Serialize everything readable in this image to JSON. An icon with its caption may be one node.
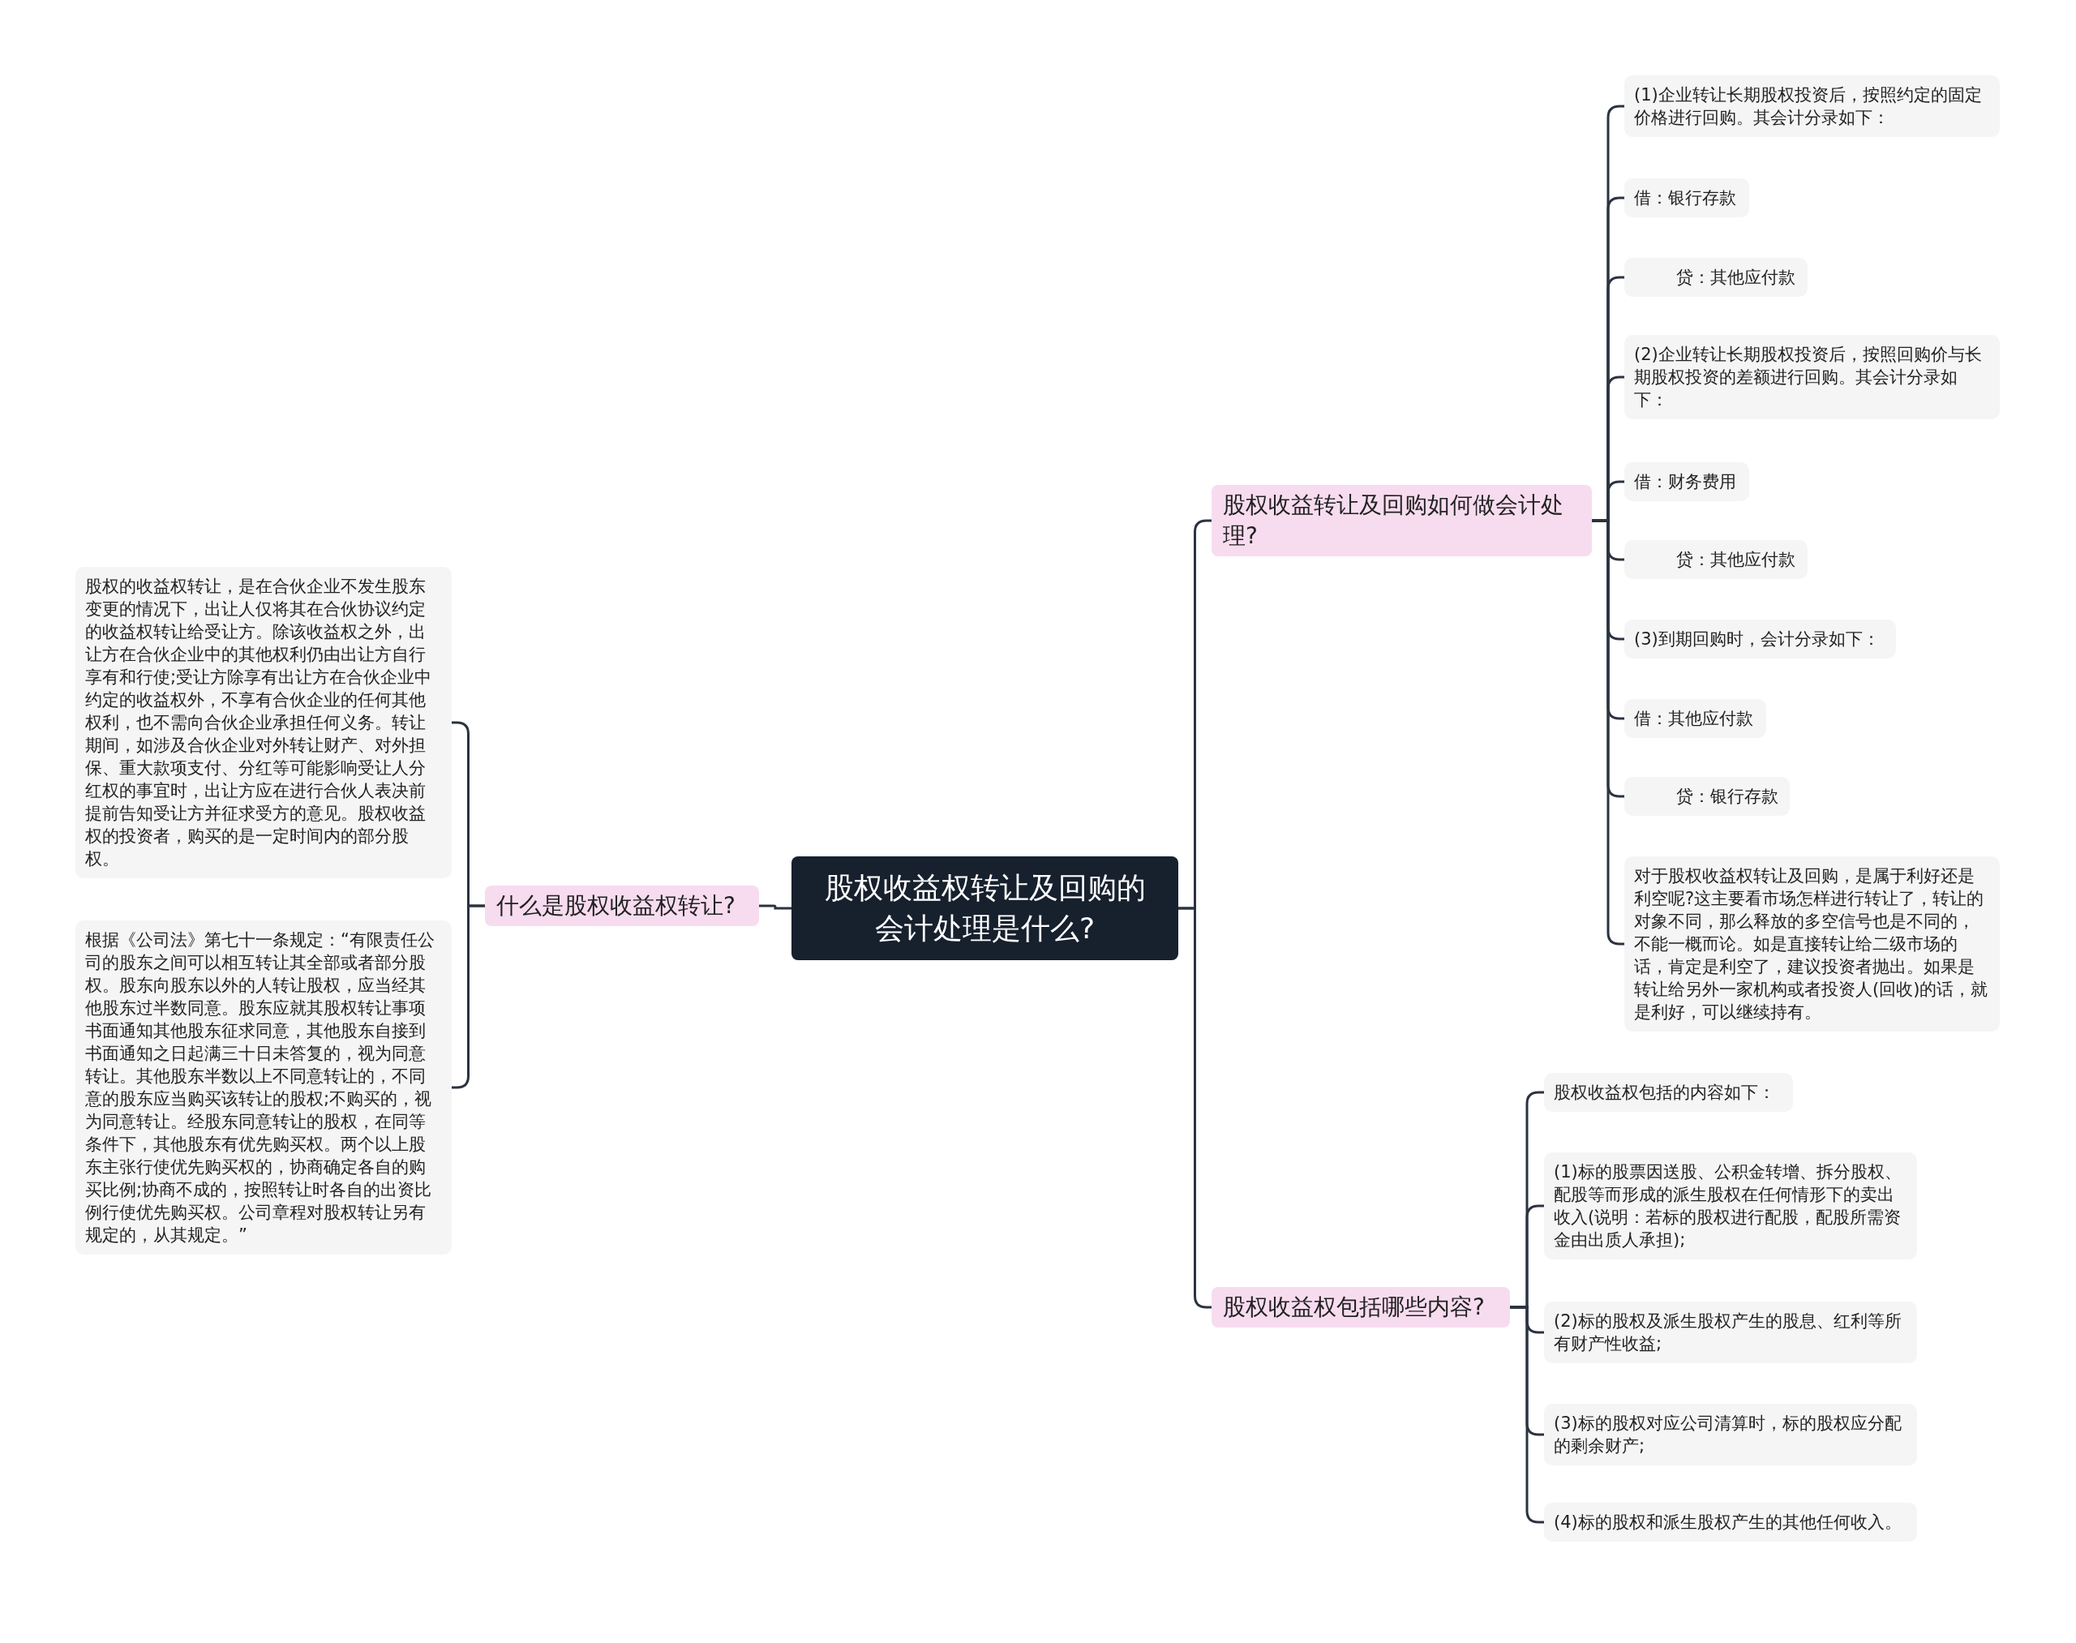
{
  "diagram": {
    "nodes": [
      {
        "text": [
          "股权收益权转让及回购的会计处理是什么?"
        ]
      },
      {
        "text": [
          "什么是股权收益权转让?"
        ]
      },
      {
        "text": [
          "股权的收益权转让，是在合伙企业不发生股东变更的情况下，出让人仅将其在合伙协议约定的收益权转让给受让方。除该收益权之外，出让方在合伙企业中的其他权利仍由出让方自行享有和行使;受让方除享有出让方在合伙企业中约定的收益权外，不享有合伙企业的任何其他权利，也不需向合伙企业承担任何义务。转让期间，如涉及合伙企业对外转让财产、对外担保、重大款项支付、分红等可能影响受让人分红权的事宜时，出让方应在进行合伙人表决前提前告知受让方并征求受方的意见。股权收益权的投资者，购买的是一定时间内的部分股权。"
        ]
      },
      {
        "text": [
          "根据《公司法》第七十一条规定：“有限责任公司的股东之间可以相互转让其全部或者部分股权。股东向股东以外的人转让股权，应当经其他股东过半数同意。股东应就其股权转让事项书面通知其他股东征求同意，其他股东自接到书面通知之日起满三十日未答复的，视为同意转让。其他股东半数以上不同意转让的，不同意的股东应当购买该转让的股权;不购买的，视为同意转让。经股东同意转让的股权，在同等条件下，其他股东有优先购买权。两个以上股东主张行使优先购买权的，协商确定各自的购买比例;协商不成的，按照转让时各自的出资比例行使优先购买权。公司章程对股权转让另有规定的，从其规定。”"
        ]
      },
      {
        "text": [
          "股权收益转让及回购如何做会计处理?"
        ]
      },
      {
        "text": [
          "(1)企业转让长期股权投资后，按照约定的固定价格进行回购。其会计分录如下："
        ]
      },
      {
        "text": [
          "借：银行存款"
        ]
      },
      {
        "text": [
          "贷：其他应付款"
        ]
      },
      {
        "text": [
          "(2)企业转让长期股权投资后，按照回购价与长期股权投资的差额进行回购。其会计分录如下："
        ]
      },
      {
        "text": [
          "借：财务费用"
        ]
      },
      {
        "text": [
          "贷：其他应付款"
        ]
      },
      {
        "text": [
          "(3)到期回购时，会计分录如下："
        ]
      },
      {
        "text": [
          "借：其他应付款"
        ]
      },
      {
        "text": [
          "贷：银行存款"
        ]
      },
      {
        "text": [
          "对于股权收益权转让及回购，是属于利好还是利空呢?这主要看市场怎样进行转让了，转让的对象不同，那么释放的多空信号也是不同的，不能一概而论。如是直接转让给二级市场的话，肯定是利空了，建议投资者抛出。如果是转让给另外一家机构或者投资人(回收)的话，就是利好，可以继续持有。"
        ]
      },
      {
        "text": [
          "股权收益权包括哪些内容?"
        ]
      },
      {
        "text": [
          "股权收益权包括的内容如下："
        ]
      },
      {
        "text": [
          "(1)标的股票因送股、公积金转增、拆分股权、配股等而形成的派生股权在任何情形下的卖出收入(说明：若标的股权进行配股，配股所需资金由出质人承担);"
        ]
      },
      {
        "text": [
          "(2)标的股权及派生股权产生的股息、红利等所有财产性收益;"
        ]
      },
      {
        "text": [
          "(3)标的股权对应公司清算时，标的股权应分配的剩余财产;"
        ]
      },
      {
        "text": [
          "(4)标的股权和派生股权产生的其他任何收入。"
        ]
      }
    ],
    "edges": [
      {
        "from": 0,
        "to": 1,
        "arrow": "none"
      },
      {
        "from": 1,
        "to": 2,
        "arrow": "none"
      },
      {
        "from": 1,
        "to": 3,
        "arrow": "none"
      },
      {
        "from": 0,
        "to": 4,
        "arrow": "none"
      },
      {
        "from": 4,
        "to": 5,
        "arrow": "none"
      },
      {
        "from": 4,
        "to": 6,
        "arrow": "none"
      },
      {
        "from": 4,
        "to": 7,
        "arrow": "none"
      },
      {
        "from": 4,
        "to": 8,
        "arrow": "none"
      },
      {
        "from": 4,
        "to": 9,
        "arrow": "none"
      },
      {
        "from": 4,
        "to": 10,
        "arrow": "none"
      },
      {
        "from": 4,
        "to": 11,
        "arrow": "none"
      },
      {
        "from": 4,
        "to": 12,
        "arrow": "none"
      },
      {
        "from": 4,
        "to": 13,
        "arrow": "none"
      },
      {
        "from": 4,
        "to": 14,
        "arrow": "none"
      },
      {
        "from": 0,
        "to": 15,
        "arrow": "none"
      },
      {
        "from": 15,
        "to": 16,
        "arrow": "none"
      },
      {
        "from": 15,
        "to": 17,
        "arrow": "none"
      },
      {
        "from": 15,
        "to": 18,
        "arrow": "none"
      },
      {
        "from": 15,
        "to": 19,
        "arrow": "none"
      },
      {
        "from": 15,
        "to": 20,
        "arrow": "none"
      }
    ]
  }
}
